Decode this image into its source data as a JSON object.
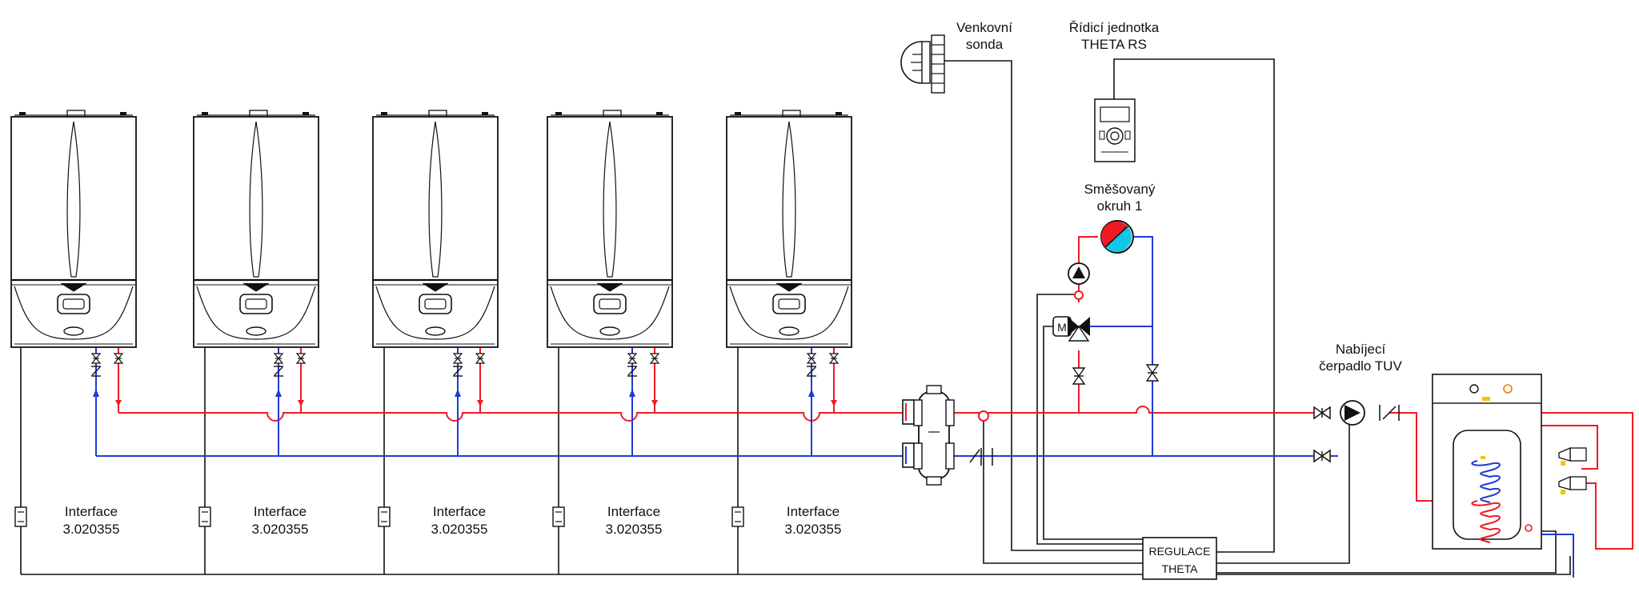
{
  "colors": {
    "supply": "#ee1b24",
    "return": "#1f3bd6",
    "wiring": "#111111",
    "mixer_cyan": "#12c6e6",
    "indicator_yellow": "#f2c40f"
  },
  "boilers": [
    {
      "interface_label": "Interface",
      "interface_code": "3.020355"
    },
    {
      "interface_label": "Interface",
      "interface_code": "3.020355"
    },
    {
      "interface_label": "Interface",
      "interface_code": "3.020355"
    },
    {
      "interface_label": "Interface",
      "interface_code": "3.020355"
    },
    {
      "interface_label": "Interface",
      "interface_code": "3.020355"
    }
  ],
  "outdoor_sensor": {
    "line1": "Venkovní",
    "line2": "sonda",
    "icon": "outdoor-sensor-icon"
  },
  "control_unit": {
    "line1": "Řídicí jednotka",
    "line2": "THETA RS",
    "icon": "room-controller-icon"
  },
  "mixed_circuit": {
    "line1": "Směšovaný",
    "line2": "okruh 1",
    "icon": "heating-circuit-icon"
  },
  "dhw_pump": {
    "line1": "Nabíjecí",
    "line2": "čerpadlo TUV",
    "icon": "pump-icon"
  },
  "regulation": {
    "line1": "REGULACE",
    "line2": "THETA"
  }
}
